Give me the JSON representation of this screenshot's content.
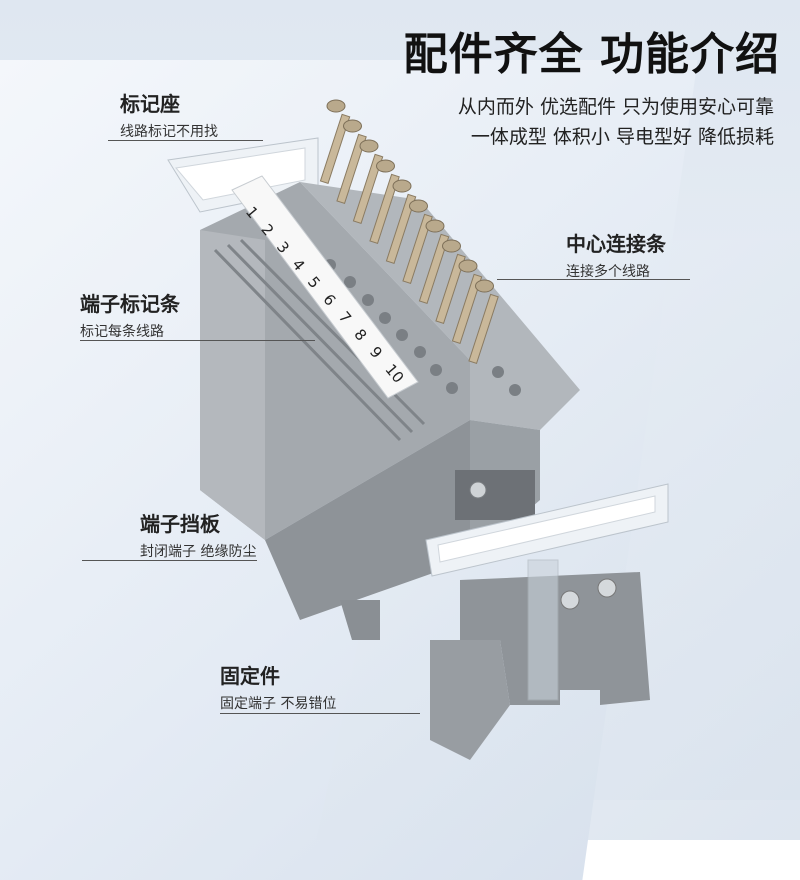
{
  "header": {
    "title": "配件齐全 功能介绍",
    "desc_line1": "从内而外 优选配件 只为使用安心可靠",
    "desc_line2": "一体成型  体积小 导电型好 降低损耗"
  },
  "callouts": {
    "marker_seat": {
      "title": "标记座",
      "sub": "线路标记不用找"
    },
    "center_strip": {
      "title": "中心连接条",
      "sub": "连接多个线路"
    },
    "terminal_marker": {
      "title": "端子标记条",
      "sub": "标记每条线路"
    },
    "end_plate": {
      "title": "端子挡板",
      "sub": "封闭端子 绝缘防尘"
    },
    "fixing_part": {
      "title": "固定件",
      "sub": "固定端子 不易错位"
    }
  },
  "marker_numbers": [
    "1",
    "2",
    "3",
    "4",
    "5",
    "6",
    "7",
    "8",
    "9",
    "10"
  ],
  "colors": {
    "terminal_gray": "#9ea3a8",
    "screw_metal": "#c9b89a",
    "marker_white": "#f7f7f7"
  }
}
